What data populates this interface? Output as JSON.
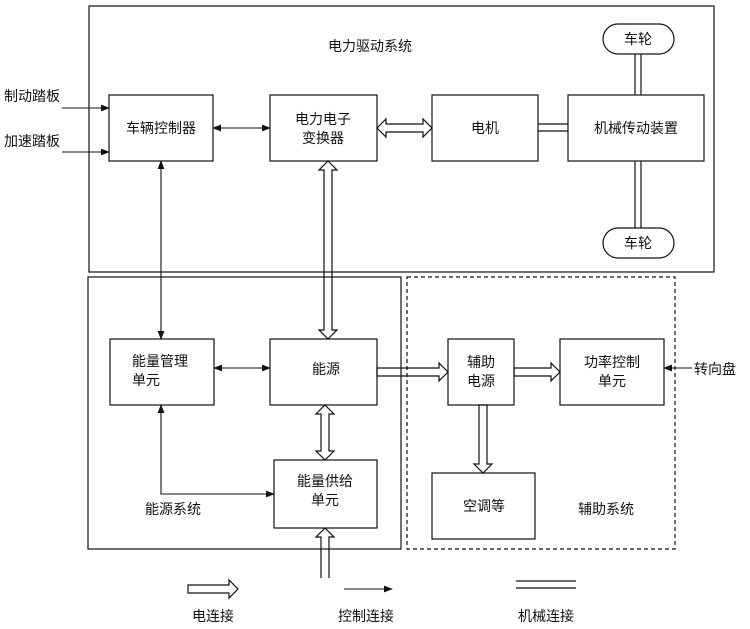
{
  "systems": {
    "power_drive": "电力驱动系统",
    "energy": "能源系统",
    "auxiliary": "辅助系统"
  },
  "inputs": {
    "brake_pedal": "制动踏板",
    "accel_pedal": "加速踏板",
    "steering_wheel": "转向盘"
  },
  "blocks": {
    "vehicle_controller": "车辆控制器",
    "power_converter_line1": "电力电子",
    "power_converter_line2": "变换器",
    "motor": "电机",
    "transmission": "机械传动装置",
    "wheel_top": "车轮",
    "wheel_bottom": "车轮",
    "energy_mgmt_line1": "能量管理",
    "energy_mgmt_line2": "单元",
    "energy_source": "能源",
    "energy_supply_line1": "能量供给",
    "energy_supply_line2": "单元",
    "aux_power_line1": "辅助",
    "aux_power_line2": "电源",
    "power_control_line1": "功率控制",
    "power_control_line2": "单元",
    "air_conditioning": "空调等"
  },
  "legend": {
    "electric": "电连接",
    "control": "控制连接",
    "mechanical": "机械连接"
  },
  "colors": {
    "line": "#111111",
    "background": "#ffffff"
  }
}
